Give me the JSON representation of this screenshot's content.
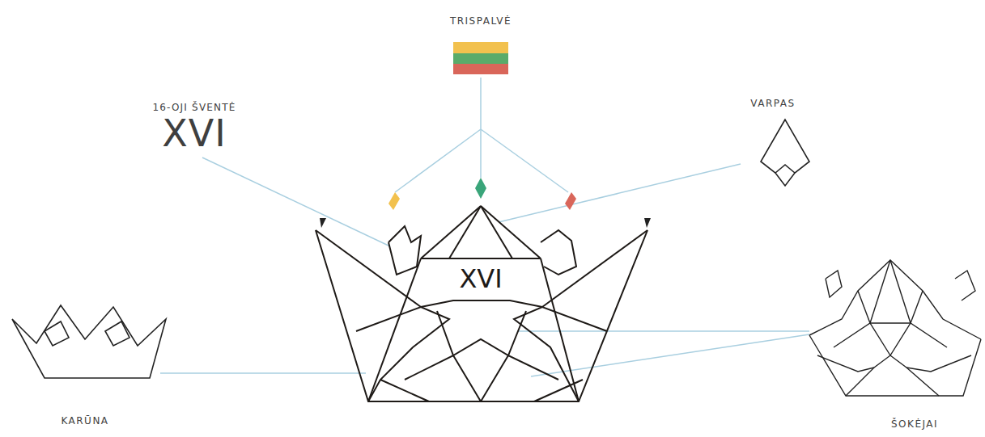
{
  "diagram": {
    "labels": [
      "TRISPALVĖ",
      "16-OJI ŠVENTĖ",
      "XVI",
      "VARPAS",
      "KARŪNA",
      "ŠOKĖJAI",
      "XVI"
    ]
  }
}
